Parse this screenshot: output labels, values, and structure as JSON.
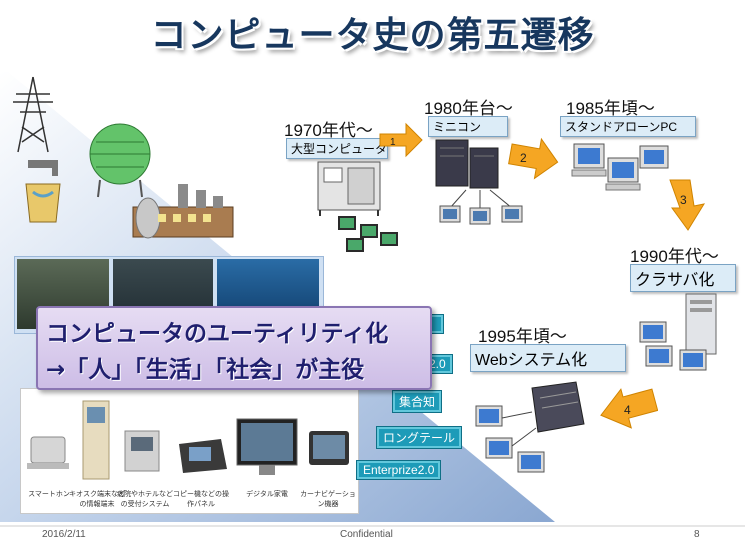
{
  "title": "コンピュータ史の第五遷移",
  "eras": [
    {
      "period": "1970年代～",
      "system": "大型コンピュータ"
    },
    {
      "period": "1980年台～",
      "system": "ミニコン"
    },
    {
      "period": "1985年頃～",
      "system": "スタンドアローンPC"
    },
    {
      "period": "1990年代～",
      "system": "クラサバ化"
    },
    {
      "period": "1995年頃～",
      "system": "Webシステム化"
    }
  ],
  "steps": [
    "1",
    "2",
    "3",
    "4"
  ],
  "side_buttons": [
    "2.0",
    "集合知",
    "ロングテール",
    "Enterprize2.0"
  ],
  "banner": {
    "line1": "コンピュータのユーティリティ化",
    "line2": "→「人」「生活」「社会」が主役"
  },
  "devices": [
    "スマートホン",
    "キオスク端末などの情報端末",
    "病院やホテルなどの受付システム",
    "コピー機などの操作パネル",
    "デジタル家電",
    "カーナビゲーション機器"
  ],
  "footer": {
    "date": "2016/2/11",
    "confidential": "Confidential",
    "page": "8"
  },
  "colors": {
    "title": "#17375e",
    "arrow": "#f5a623",
    "banner_bg": "#d9cdee",
    "side_button": "#1d9bb8"
  }
}
